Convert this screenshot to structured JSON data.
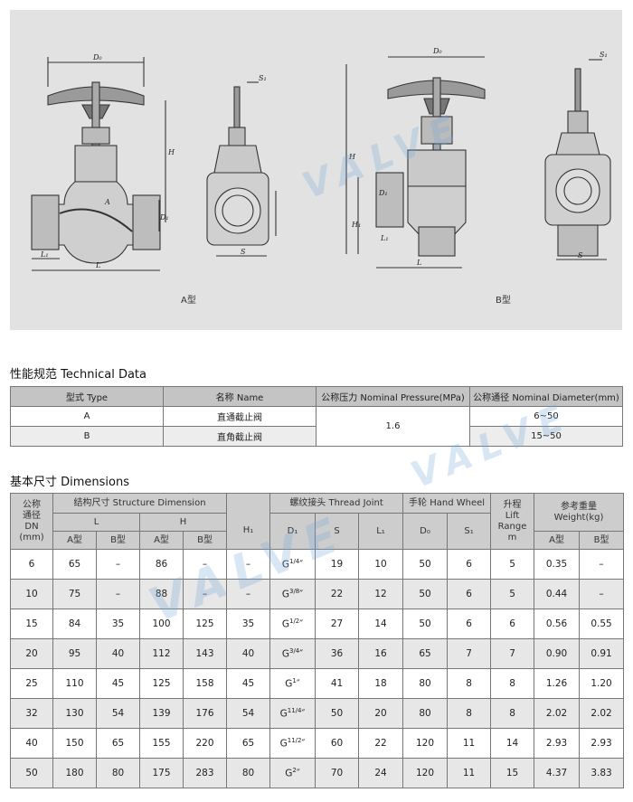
{
  "drawing": {
    "caption_a": "A型",
    "caption_b": "B型",
    "label_d0": "D₀",
    "label_s1": "S₁",
    "label_h": "H",
    "label_d1": "D₁",
    "label_l1": "L₁",
    "label_l": "L",
    "label_s": "S",
    "label_h1": "H₁",
    "label_a": "A"
  },
  "watermark": {
    "text": "VALVE"
  },
  "technical": {
    "heading": "性能规范 Technical Data",
    "headers": [
      "型式 Type",
      "名称 Name",
      "公称压力 Nominal Pressure(MPa)",
      "公称通径 Nominal Diameter(mm)"
    ],
    "rows": [
      {
        "type": "A",
        "name": "直通截止阀",
        "diameter": "6~50"
      },
      {
        "type": "B",
        "name": "直角截止阀",
        "diameter": "15~50"
      }
    ],
    "pressure": "1.6"
  },
  "dimensions": {
    "heading": "基本尺寸 Dimensions",
    "h_dn": [
      "公称",
      "通径",
      "DN",
      "(mm)"
    ],
    "h_structure": "结构尺寸 Structure Dimension",
    "h_thread": "螺纹接头 Thread Joint",
    "h_wheel": "手轮 Hand Wheel",
    "h_lift": [
      "升程",
      "Lift",
      "Range",
      "m"
    ],
    "h_weight": [
      "参考重量",
      "Weight(kg)"
    ],
    "h_L": "L",
    "h_H": "H",
    "h_type_a": "A型",
    "h_type_b": "B型",
    "h_H1": "H₁",
    "h_D1": "D₁",
    "h_S": "S",
    "h_L1": "L₁",
    "h_D0": "D₀",
    "h_S1": "S₁",
    "rows": [
      [
        "6",
        "65",
        "–",
        "86",
        "–",
        "–",
        "G",
        "1/4",
        "19",
        "10",
        "50",
        "6",
        "5",
        "0.35",
        "–"
      ],
      [
        "10",
        "75",
        "–",
        "88",
        "–",
        "–",
        "G",
        "3/8",
        "22",
        "12",
        "50",
        "6",
        "5",
        "0.44",
        "–"
      ],
      [
        "15",
        "84",
        "35",
        "100",
        "125",
        "35",
        "G",
        "1/2",
        "27",
        "14",
        "50",
        "6",
        "6",
        "0.56",
        "0.55"
      ],
      [
        "20",
        "95",
        "40",
        "112",
        "143",
        "40",
        "G",
        "3/4",
        "36",
        "16",
        "65",
        "7",
        "7",
        "0.90",
        "0.91"
      ],
      [
        "25",
        "110",
        "45",
        "125",
        "158",
        "45",
        "G",
        "1",
        "41",
        "18",
        "80",
        "8",
        "8",
        "1.26",
        "1.20"
      ],
      [
        "32",
        "130",
        "54",
        "139",
        "176",
        "54",
        "G",
        "11/4",
        "50",
        "20",
        "80",
        "8",
        "8",
        "2.02",
        "2.02"
      ],
      [
        "40",
        "150",
        "65",
        "155",
        "220",
        "65",
        "G",
        "11/2",
        "60",
        "22",
        "120",
        "11",
        "14",
        "2.93",
        "2.93"
      ],
      [
        "50",
        "180",
        "80",
        "175",
        "283",
        "80",
        "G",
        "2",
        "70",
        "24",
        "120",
        "11",
        "15",
        "4.37",
        "3.83"
      ]
    ]
  }
}
